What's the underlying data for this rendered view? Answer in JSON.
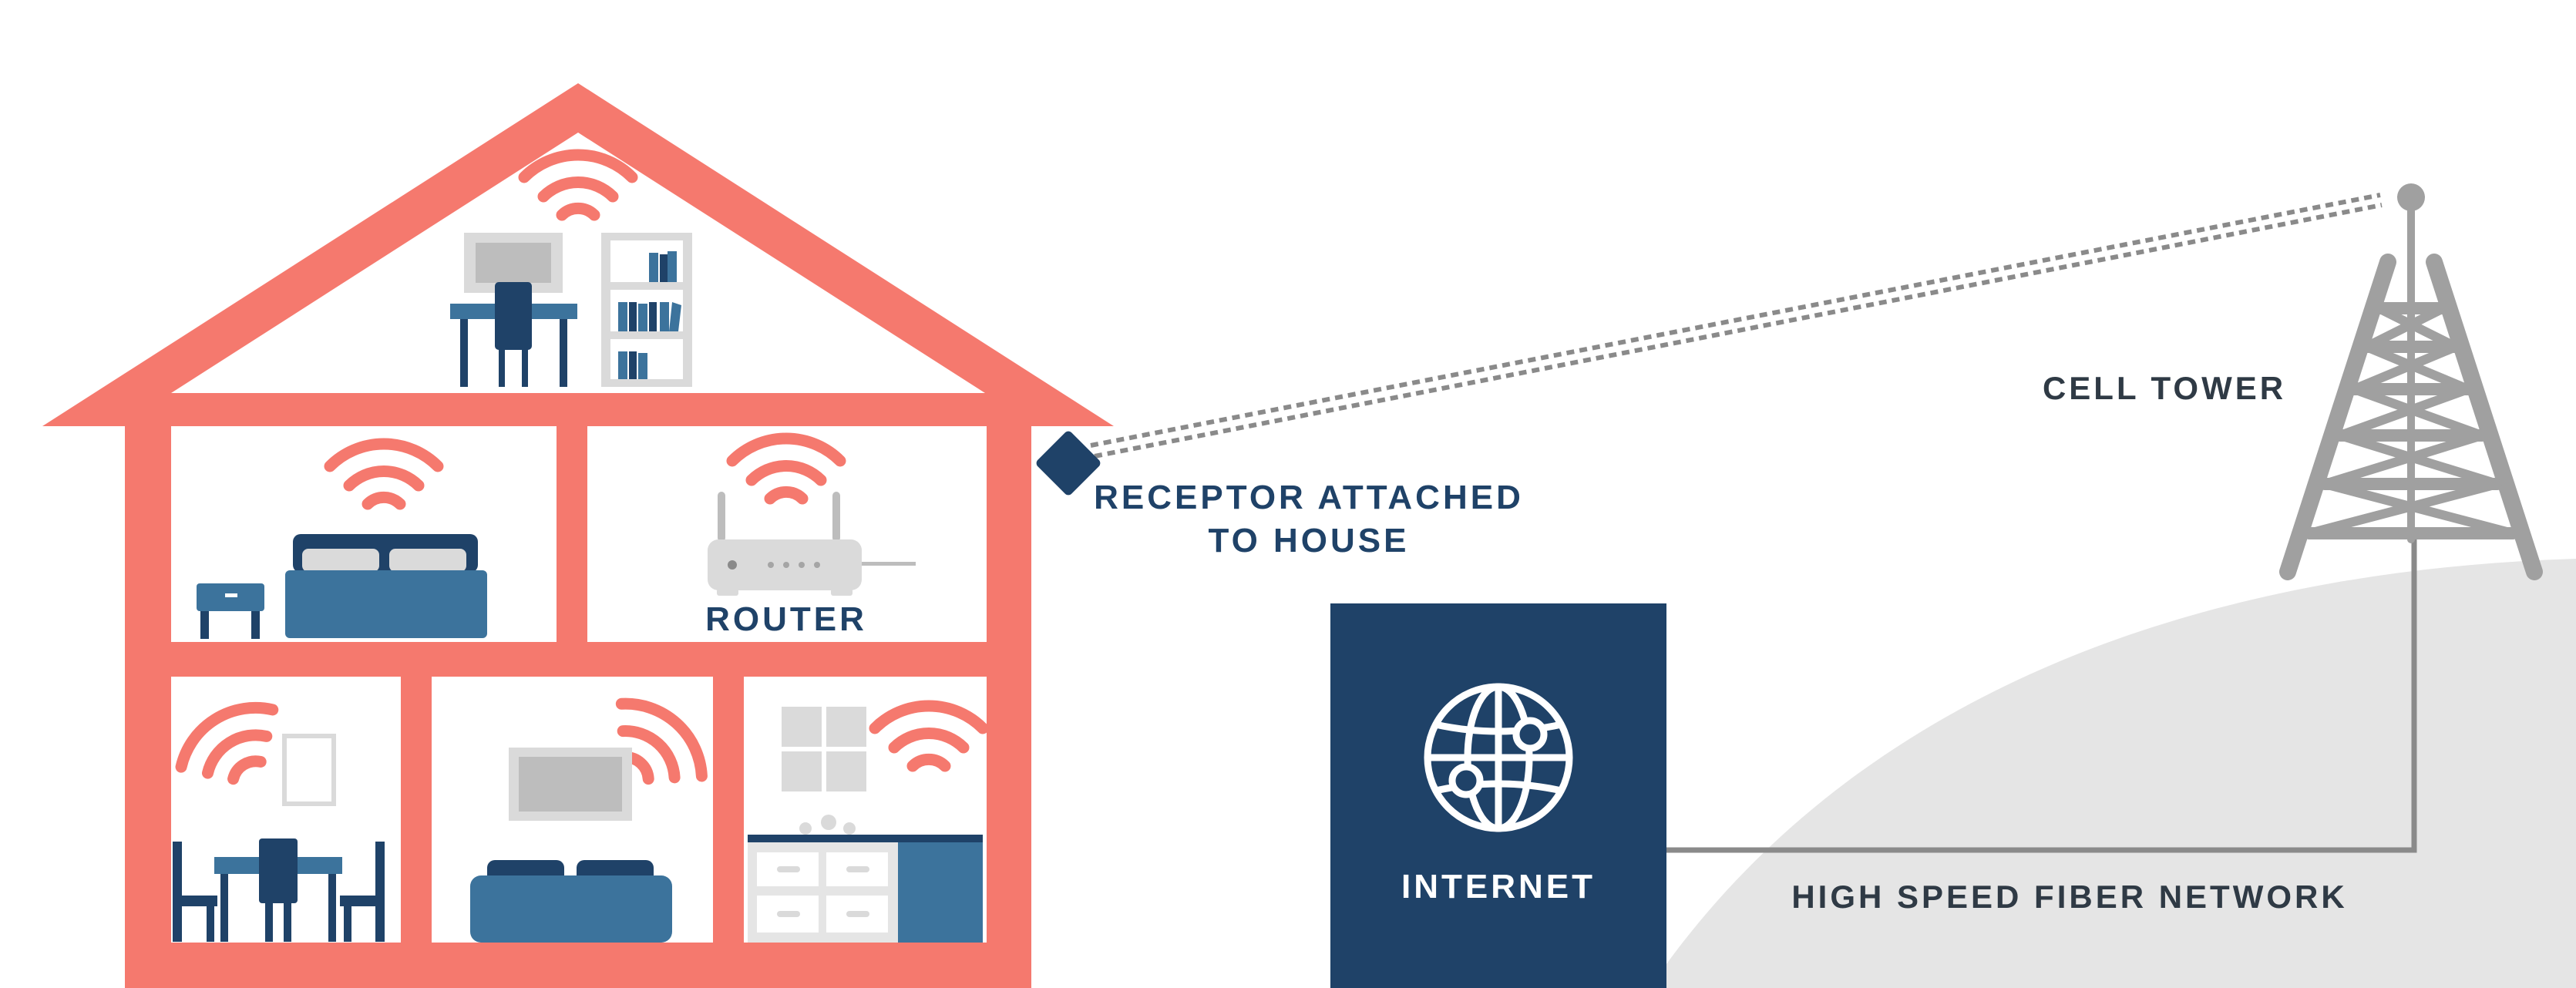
{
  "labels": {
    "cell_tower": "CELL TOWER",
    "receptor_line1": "RECEPTOR ATTACHED",
    "receptor_line2": "TO HOUSE",
    "router": "ROUTER",
    "internet": "INTERNET",
    "fiber": "HIGH SPEED FIBER NETWORK"
  },
  "colors": {
    "house": "#F5796E",
    "navy": "#1F4268",
    "blue": "#3C739C",
    "gray": "#A0A0A0",
    "light_gray": "#E5E5E5",
    "fixture_gray": "#DADADA",
    "text": "#2F3A45"
  },
  "icons": [
    "wifi-icon",
    "globe-icon",
    "router-icon",
    "cell-tower-icon",
    "receptor-icon"
  ]
}
